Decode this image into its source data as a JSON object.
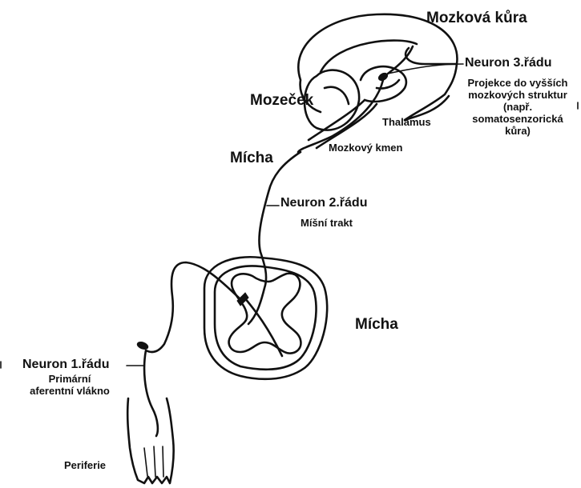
{
  "labels": {
    "cortex": "Mozková kůra",
    "neuron3": "Neuron 3.řádu",
    "projection_line1": "Projekce do vyšších",
    "projection_line2": "mozkových struktur",
    "projection_line3": "(např.",
    "projection_line4": "somatosenzorická",
    "projection_line5": "kůra)",
    "cerebellum": "Mozeček",
    "thalamus": "Thalamus",
    "brainstem": "Mozkový kmen",
    "spinal_cord_upper": "Mícha",
    "neuron2": "Neuron 2.řádu",
    "spinal_tract": "Míšní trakt",
    "spinal_cord_lower": "Mícha",
    "neuron1": "Neuron 1.řádu",
    "primary_line1": "Primární",
    "primary_line2": "aferentní vlákno",
    "periphery": "Periferie"
  }
}
